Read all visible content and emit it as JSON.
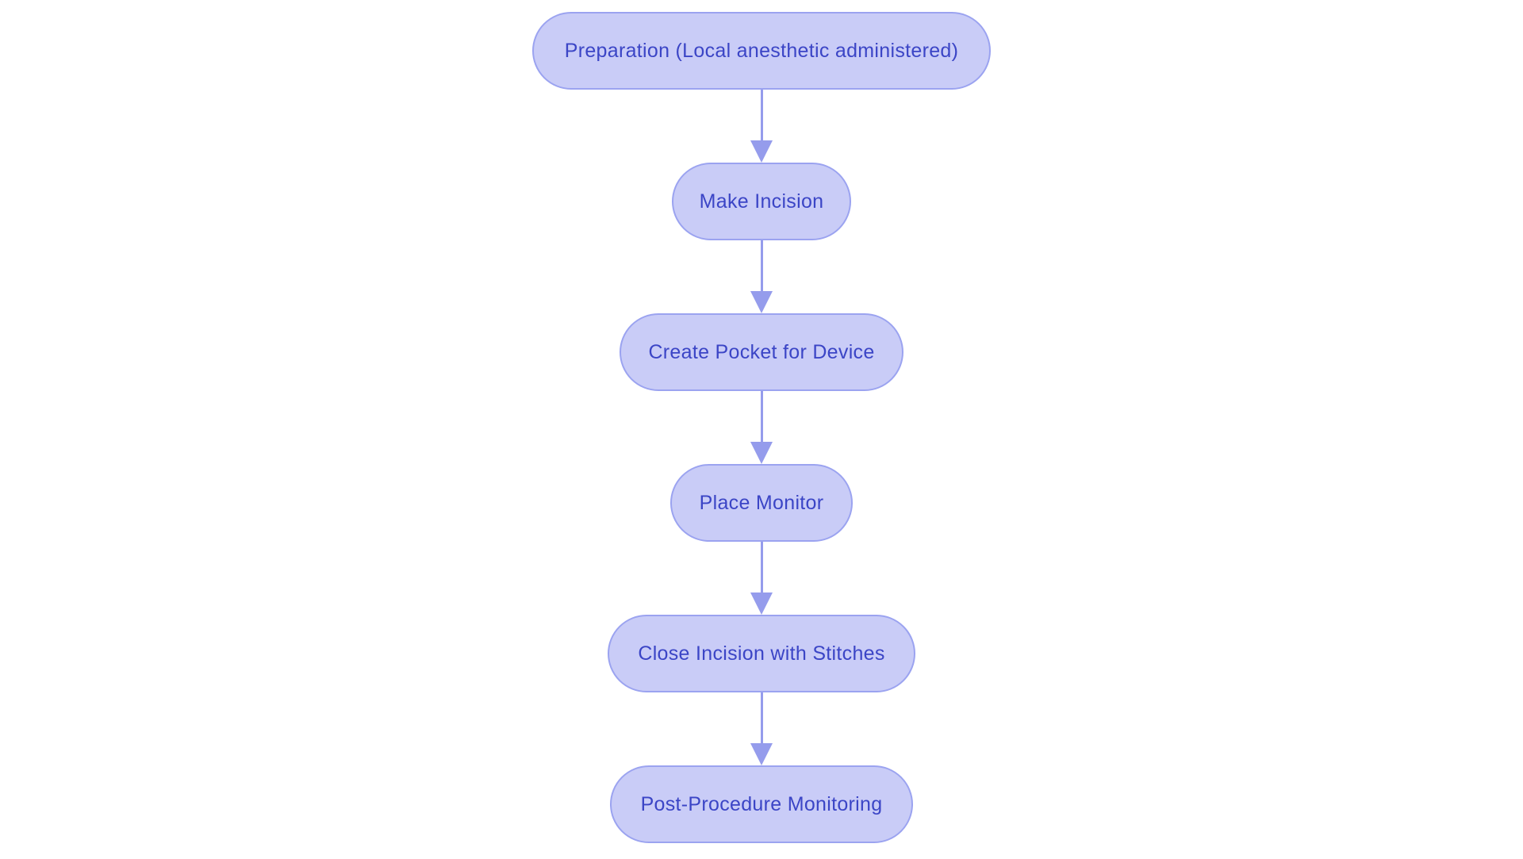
{
  "diagram": {
    "type": "flowchart",
    "direction": "top-down",
    "nodes": [
      {
        "label": "Preparation (Local anesthetic administered)"
      },
      {
        "label": "Make Incision"
      },
      {
        "label": "Create Pocket for Device"
      },
      {
        "label": "Place Monitor"
      },
      {
        "label": "Close Incision with Stitches"
      },
      {
        "label": "Post-Procedure Monitoring"
      }
    ],
    "edges": [
      {
        "from": 0,
        "to": 1
      },
      {
        "from": 1,
        "to": 2
      },
      {
        "from": 2,
        "to": 3
      },
      {
        "from": 3,
        "to": 4
      },
      {
        "from": 4,
        "to": 5
      }
    ],
    "colors": {
      "background": "#ffffff",
      "node_fill": "#c9ccf7",
      "node_border": "#9ba3f0",
      "node_text": "#3b45c6",
      "arrow": "#959cec"
    }
  }
}
